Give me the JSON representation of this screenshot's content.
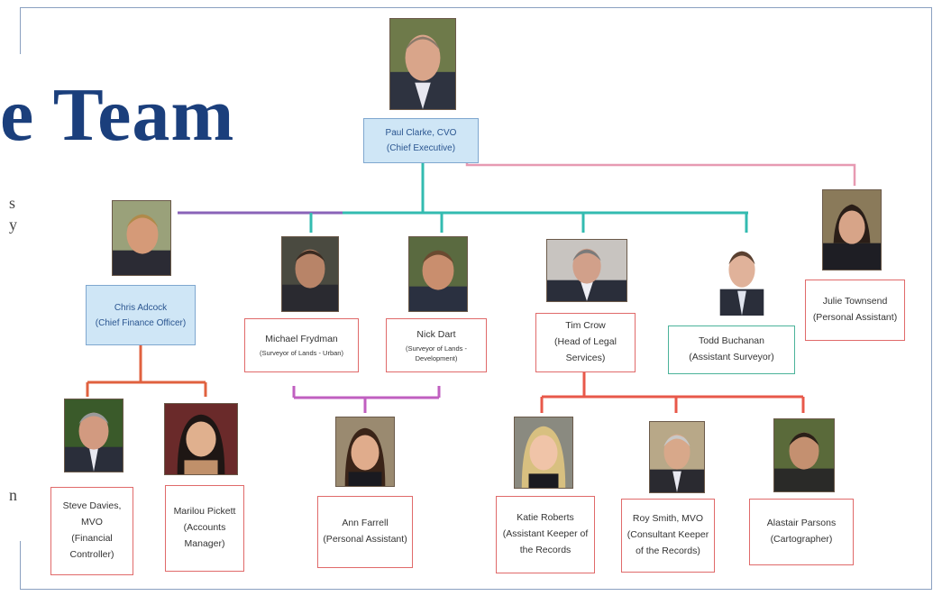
{
  "title": "e Team",
  "margin_fragments": {
    "top_right": "s",
    "mid_right": "y",
    "bottom_right": "n"
  },
  "colors": {
    "title": "#1b3f7c",
    "line_teal": "#33bbb0",
    "line_purple": "#8a63b8",
    "line_pink": "#e79ab2",
    "line_orange": "#e0613f",
    "line_red": "#e8584a",
    "line_magenta": "#c05fc0",
    "box_blue_fill": "#cfe6f6",
    "box_red_border": "#e06a6a",
    "box_teal_border": "#4bb39a"
  },
  "people": {
    "paul": {
      "name": "Paul Clarke, CVO",
      "role": "(Chief Executive)"
    },
    "chris": {
      "name": "Chris Adcock",
      "role": "(Chief Finance Officer)"
    },
    "michael": {
      "name": "Michael Frydman",
      "role": "(Surveyor of Lands - Urban)"
    },
    "nick": {
      "name": "Nick Dart",
      "role": "(Surveyor of Lands - Development)"
    },
    "tim": {
      "name": "Tim Crow",
      "role": "(Head of Legal Services)"
    },
    "todd": {
      "name": "Todd Buchanan",
      "role": "(Assistant Surveyor)"
    },
    "julie": {
      "name": "Julie Townsend",
      "role": "(Personal Assistant)"
    },
    "steve": {
      "name": "Steve Davies, MVO",
      "role": "(Financial Controller)"
    },
    "marilou": {
      "name": "Marilou Pickett",
      "role": "(Accounts Manager)"
    },
    "ann": {
      "name": "Ann Farrell",
      "role": "(Personal Assistant)"
    },
    "katie": {
      "name": "Katie Roberts",
      "role": "(Assistant Keeper of the Records"
    },
    "roy": {
      "name": "Roy Smith, MVO",
      "role": "(Consultant Keeper of the Records)"
    },
    "alastair": {
      "name": "Alastair Parsons",
      "role": "(Cartographer)"
    }
  }
}
